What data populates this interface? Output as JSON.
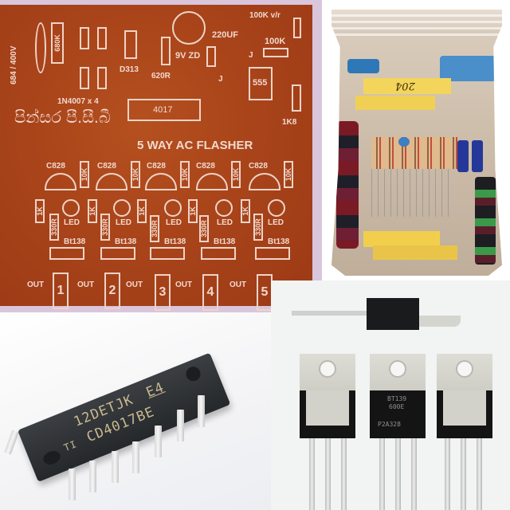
{
  "pcb": {
    "title": "5 WAY AC FLASHER",
    "brand_sinhala": "පින්සර පී.සී.බී",
    "labels": {
      "cap": "684 / 400V",
      "res_680k": "680K",
      "diodes": "1N4007 x 4",
      "d313": "D313",
      "r620": "620R",
      "zener": "9V ZD",
      "elcap": "220UF",
      "pot": "100K v/r",
      "r100k": "100K",
      "jumper": "J",
      "ic555": "555",
      "ic4017": "4017",
      "r1k8": "1K8"
    },
    "channels": [
      {
        "transistor": "C828",
        "r_base": "10K",
        "r_led": "1K",
        "led": "LED",
        "r_gate": "330R",
        "triac": "Bt138",
        "out_label": "OUT",
        "out_num": "1"
      },
      {
        "transistor": "C828",
        "r_base": "10K",
        "r_led": "1K",
        "led": "LED",
        "r_gate": "330R",
        "triac": "Bt138",
        "out_label": "OUT",
        "out_num": "2"
      },
      {
        "transistor": "C828",
        "r_base": "10K",
        "r_led": "1K",
        "led": "LED",
        "r_gate": "330R",
        "triac": "Bt138",
        "out_label": "OUT",
        "out_num": "3"
      },
      {
        "transistor": "C828",
        "r_base": "10K",
        "r_led": "1K",
        "led": "LED",
        "r_gate": "330R",
        "triac": "Bt138",
        "out_label": "OUT",
        "out_num": "4"
      },
      {
        "transistor": "C828",
        "r_base": "10K",
        "r_led": "1K",
        "led": "LED",
        "r_gate": "330R",
        "triac": "Bt138",
        "out_label": "OUT",
        "out_num": "5"
      }
    ],
    "colors": {
      "board": "#a9441a",
      "silk": "#f1d9cf",
      "edge": "#d9c6dc"
    }
  },
  "bag": {
    "handwriting": "204"
  },
  "ic": {
    "line1": "12DETJK",
    "line1_suffix": "E4",
    "line2": "CD4017BE",
    "logo": "TI"
  },
  "triac": {
    "marking": [
      "BT139",
      "600E",
      "P2A328"
    ]
  }
}
